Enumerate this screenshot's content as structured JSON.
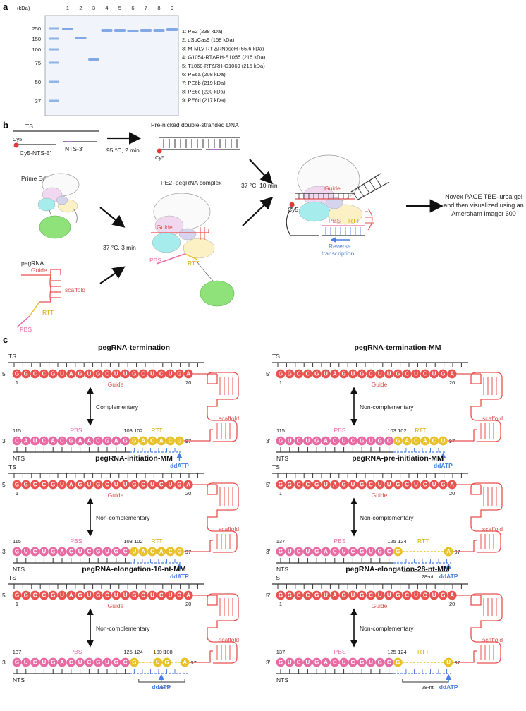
{
  "panel_a": {
    "letter": "a",
    "unit_label": "(kDa)",
    "lane_numbers": [
      "1",
      "2",
      "3",
      "4",
      "5",
      "6",
      "7",
      "8",
      "9"
    ],
    "ladder": [
      "250",
      "150",
      "100",
      "75",
      "50",
      "37"
    ],
    "legend": [
      "1: PE2 (238 kDa)",
      "2: dSpCas9 (158 kDa)",
      "3: M-MLV RT ΔRNaseH (55.6 kDa)",
      "4: G1054-RTΔRH-E1055 (215 kDa)",
      "5: T1068-RTΔRH-G1069 (215 kDa)",
      "6: PE6a (208 kDa)",
      "7: PE6b (219 kDa)",
      "8: PE6c (220 kDa)",
      "9: PE6d (217 kDa)"
    ]
  },
  "panel_b": {
    "letter": "b",
    "ts": "TS",
    "cy5": "Cy5",
    "cy5_nts": "Cy5-NTS-5′",
    "nts3": "NTS-3′",
    "step1": "95 °C, 2 min",
    "prenicked": "Pre-nicked double-stranded DNA",
    "prime_editor": "Prime Editor",
    "pegrna": "pegRNA",
    "guide": "Guide",
    "scaffold": "scaffold",
    "pbs": "PBS",
    "rtt": "RTT",
    "step2": "37 °C, 3 min",
    "complex": "PE2–pegRNA complex",
    "step3": "37 °C, 10 min",
    "reverse": "Reverse",
    "transcription": "transcription",
    "final": [
      "Novex PAGE TBE–urea gel",
      "and then visualized using an",
      "Amersham Imager 600"
    ]
  },
  "panel_c": {
    "letter": "c",
    "common": {
      "ts": "TS",
      "nts": "NTS",
      "five": "5′",
      "three": "3′",
      "guide": "Guide",
      "scaffold": "scaffold",
      "pbs": "PBS",
      "rtt": "RTT",
      "ddatp": "ddATP",
      "g1": "1",
      "g20": "20",
      "guide_seq": "GGCCGUAGUGCUUGCUCUGA"
    },
    "panels": [
      {
        "title": "pegRNA-termination",
        "relation": "Complementary",
        "pbs_seq": "CAUCACGAACGAG",
        "rtt_seq": "GACACU",
        "n_start": "115",
        "n_pbs_end": "103",
        "n_rtt_start": "102",
        "n_end": "97"
      },
      {
        "title": "pegRNA-termination-MM",
        "relation": "Non-complementary",
        "pbs_seq": "GUCUGACUCGUGC",
        "rtt_seq": "GACACU",
        "n_start": "115",
        "n_pbs_end": "103",
        "n_rtt_start": "102",
        "n_end": "97"
      },
      {
        "title": "pegRNA-initiation-MM",
        "relation": "Non-complementary",
        "pbs_seq": "GUCUGACUCGUGC",
        "rtt_seq": "UACACG",
        "n_start": "115",
        "n_pbs_end": "103",
        "n_rtt_start": "102",
        "n_end": "97"
      },
      {
        "title": "pegRNA-pre-initiation-MM",
        "relation": "Non-complementary",
        "pbs_seq": "GUCUGACUCGUGC",
        "rtt_seq": "G",
        "rtt_end": "A",
        "n_start": "137",
        "n_pbs_end": "125",
        "n_rtt_start": "124",
        "n_end": "97",
        "bracket": "28-nt"
      },
      {
        "title": "pegRNA-elongation-16-nt-MM",
        "relation": "Non-complementary",
        "pbs_seq": "GUCUGACUCGUGC",
        "rtt_seq": "G",
        "rtt_mid": "UG",
        "rtt_end": "A",
        "n_start": "137",
        "n_pbs_end": "125",
        "n_rtt_start": "124",
        "n_mid1": "109",
        "n_mid2": "108",
        "n_end": "97",
        "bracket": "16-nt"
      },
      {
        "title": "pegRNA-elongation-28-nt-MM",
        "relation": "Non-complementary",
        "pbs_seq": "GUCUGACUCGUGC",
        "rtt_seq": "G",
        "rtt_end": "U",
        "n_start": "137",
        "n_pbs_end": "125",
        "n_rtt_start": "124",
        "n_end": "97",
        "bracket": "28-nt"
      }
    ]
  },
  "colors": {
    "guide": "#e8524f",
    "pbs": "#e86aa3",
    "rtt": "#e8c12a",
    "ddatp": "#4a7fe0",
    "scaffold": "#e8524f"
  }
}
